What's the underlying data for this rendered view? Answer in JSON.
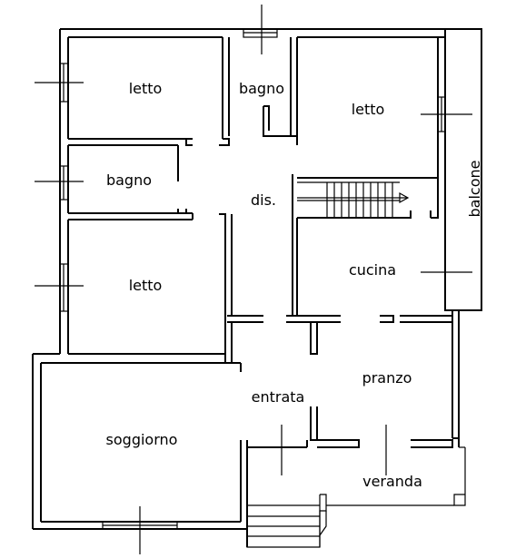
{
  "plan": {
    "colors": {
      "line": "#000000",
      "background": "#ffffff"
    },
    "rooms": {
      "letto_top_left": "letto",
      "bagno_top_center": "bagno",
      "letto_top_right": "letto",
      "bagno_left": "bagno",
      "dis": "dis.",
      "balcone": "balcone",
      "letto_left": "letto",
      "cucina": "cucina",
      "pranzo": "pranzo",
      "entrata": "entrata",
      "soggiorno": "soggiorno",
      "veranda": "veranda"
    }
  }
}
